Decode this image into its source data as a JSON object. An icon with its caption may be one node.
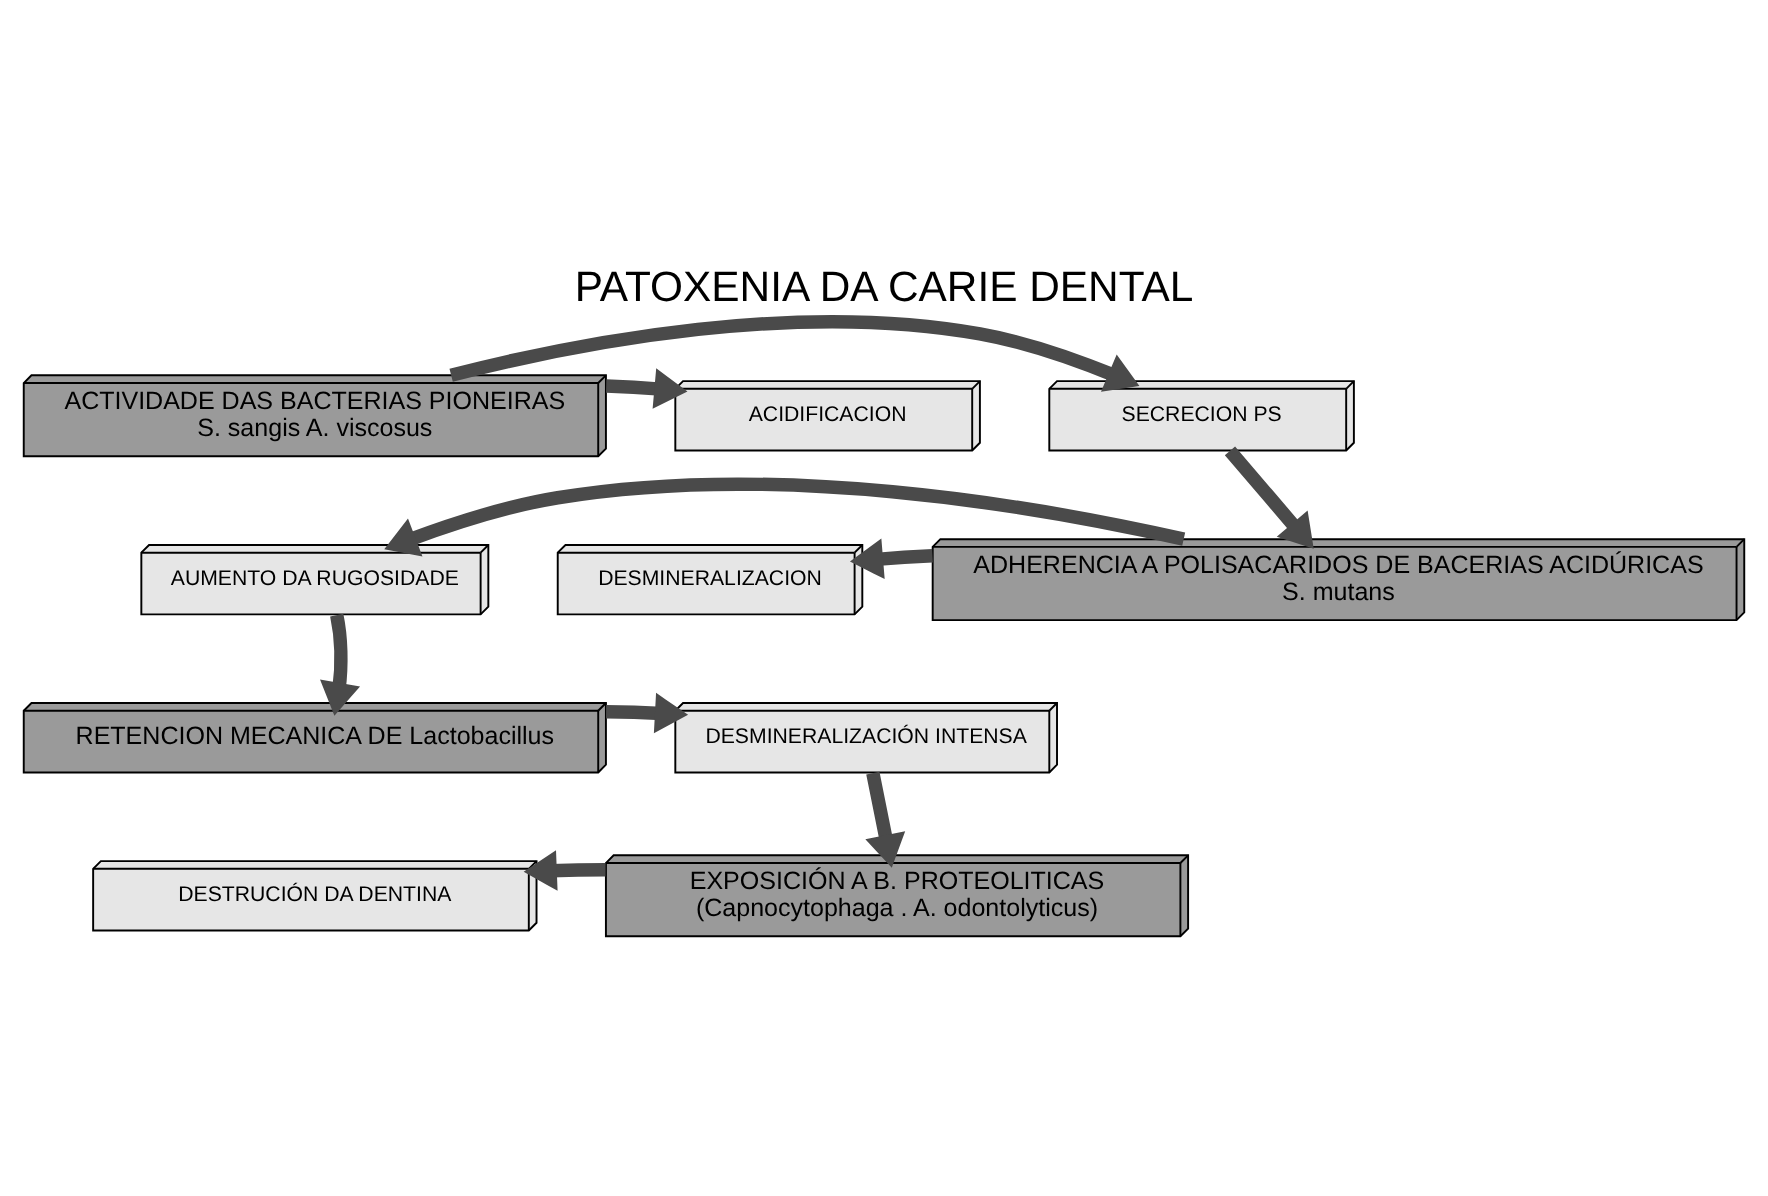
{
  "diagram": {
    "title": "PATOXENIA DA CARIE DENTAL",
    "nodes": [
      {
        "text": [
          "ACTIVIDADE DAS BACTERIAS PIONEIRAS",
          "S. sangis A. viscosus"
        ]
      },
      {
        "text": [
          "ACIDIFICACION"
        ]
      },
      {
        "text": [
          "SECRECION PS"
        ]
      },
      {
        "text": [
          "ADHERENCIA A POLISACARIDOS DE BACERIAS ACIDÚRICAS",
          "S. mutans"
        ]
      },
      {
        "text": [
          "DESMINERALIZACION"
        ]
      },
      {
        "text": [
          "AUMENTO DA RUGOSIDADE"
        ]
      },
      {
        "text": [
          "RETENCION MECANICA DE Lactobacillus"
        ]
      },
      {
        "text": [
          "DESMINERALIZACIÓN INTENSA"
        ]
      },
      {
        "text": [
          "EXPOSICIÓN A B. PROTEOLITICAS",
          "(Capnocytophaga . A. odontolyticus)"
        ]
      },
      {
        "text": [
          "DESTRUCIÓN DA DENTINA"
        ]
      }
    ],
    "edges": [
      {
        "from": 0,
        "to": 1,
        "arrow": "to"
      },
      {
        "from": 0,
        "to": 2,
        "arrow": "to"
      },
      {
        "from": 2,
        "to": 3,
        "arrow": "to"
      },
      {
        "from": 3,
        "to": 4,
        "arrow": "to"
      },
      {
        "from": 3,
        "to": 5,
        "arrow": "to"
      },
      {
        "from": 5,
        "to": 6,
        "arrow": "to"
      },
      {
        "from": 6,
        "to": 7,
        "arrow": "to"
      },
      {
        "from": 7,
        "to": 8,
        "arrow": "to"
      },
      {
        "from": 8,
        "to": 9,
        "arrow": "to"
      }
    ]
  }
}
